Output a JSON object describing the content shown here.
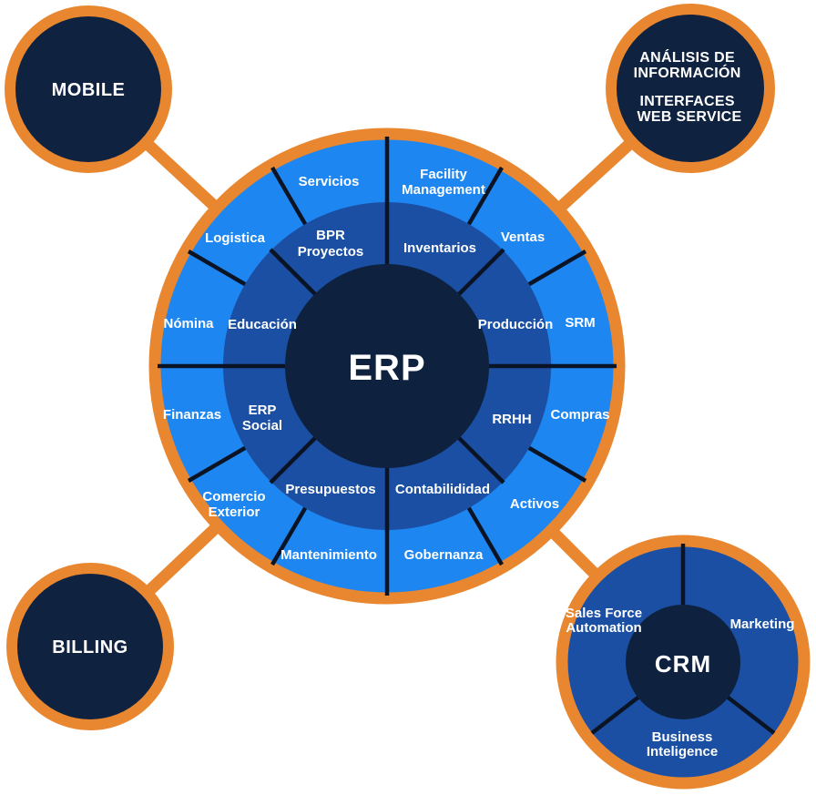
{
  "diagram": {
    "title_semantics": "ERP modules wheel diagram with satellite systems",
    "colors": {
      "background": "#FFFFFF",
      "orange_ring": "#E8872F",
      "outer_ring_blue": "#1E86F0",
      "inner_ring_blue": "#1A4FA3",
      "core_navy": "#0E2240",
      "divider_dark": "#0B1424",
      "text_white": "#FFFFFF"
    },
    "erp": {
      "center_label": "ERP",
      "outer_ring": [
        {
          "label": [
            "Facility",
            "Management"
          ]
        },
        {
          "label": [
            "Ventas"
          ]
        },
        {
          "label": [
            "SRM"
          ]
        },
        {
          "label": [
            "Compras"
          ]
        },
        {
          "label": [
            "Activos"
          ]
        },
        {
          "label": [
            "Gobernanza"
          ]
        },
        {
          "label": [
            "Mantenimiento"
          ]
        },
        {
          "label": [
            "Comercio",
            "Exterior"
          ]
        },
        {
          "label": [
            "Finanzas"
          ]
        },
        {
          "label": [
            "Nómina"
          ]
        },
        {
          "label": [
            "Logistica"
          ]
        },
        {
          "label": [
            "Servicios"
          ]
        }
      ],
      "inner_ring": [
        {
          "label": [
            "Inventarios"
          ]
        },
        {
          "label": [
            "Producción"
          ]
        },
        {
          "label": [
            "RRHH"
          ]
        },
        {
          "label": [
            "Contabilididad"
          ]
        },
        {
          "label": [
            "Presupuestos"
          ]
        },
        {
          "label": [
            "ERP",
            "Social"
          ]
        },
        {
          "label": [
            "Educación"
          ]
        },
        {
          "label": [
            "BPR",
            "Proyectos"
          ]
        }
      ]
    },
    "crm": {
      "center_label": "CRM",
      "segments": [
        {
          "label": [
            "Sales Force",
            "Automation"
          ]
        },
        {
          "label": [
            "Marketing"
          ]
        },
        {
          "label": [
            "Business",
            "Inteligence"
          ]
        }
      ]
    },
    "satellites": {
      "mobile": {
        "label": "MOBILE"
      },
      "analysis": {
        "lines": [
          "ANÁLISIS DE",
          "INFORMACIÓN",
          "INTERFACES",
          "WEB SERVICE"
        ]
      },
      "billing": {
        "label": "BILLING"
      }
    }
  }
}
